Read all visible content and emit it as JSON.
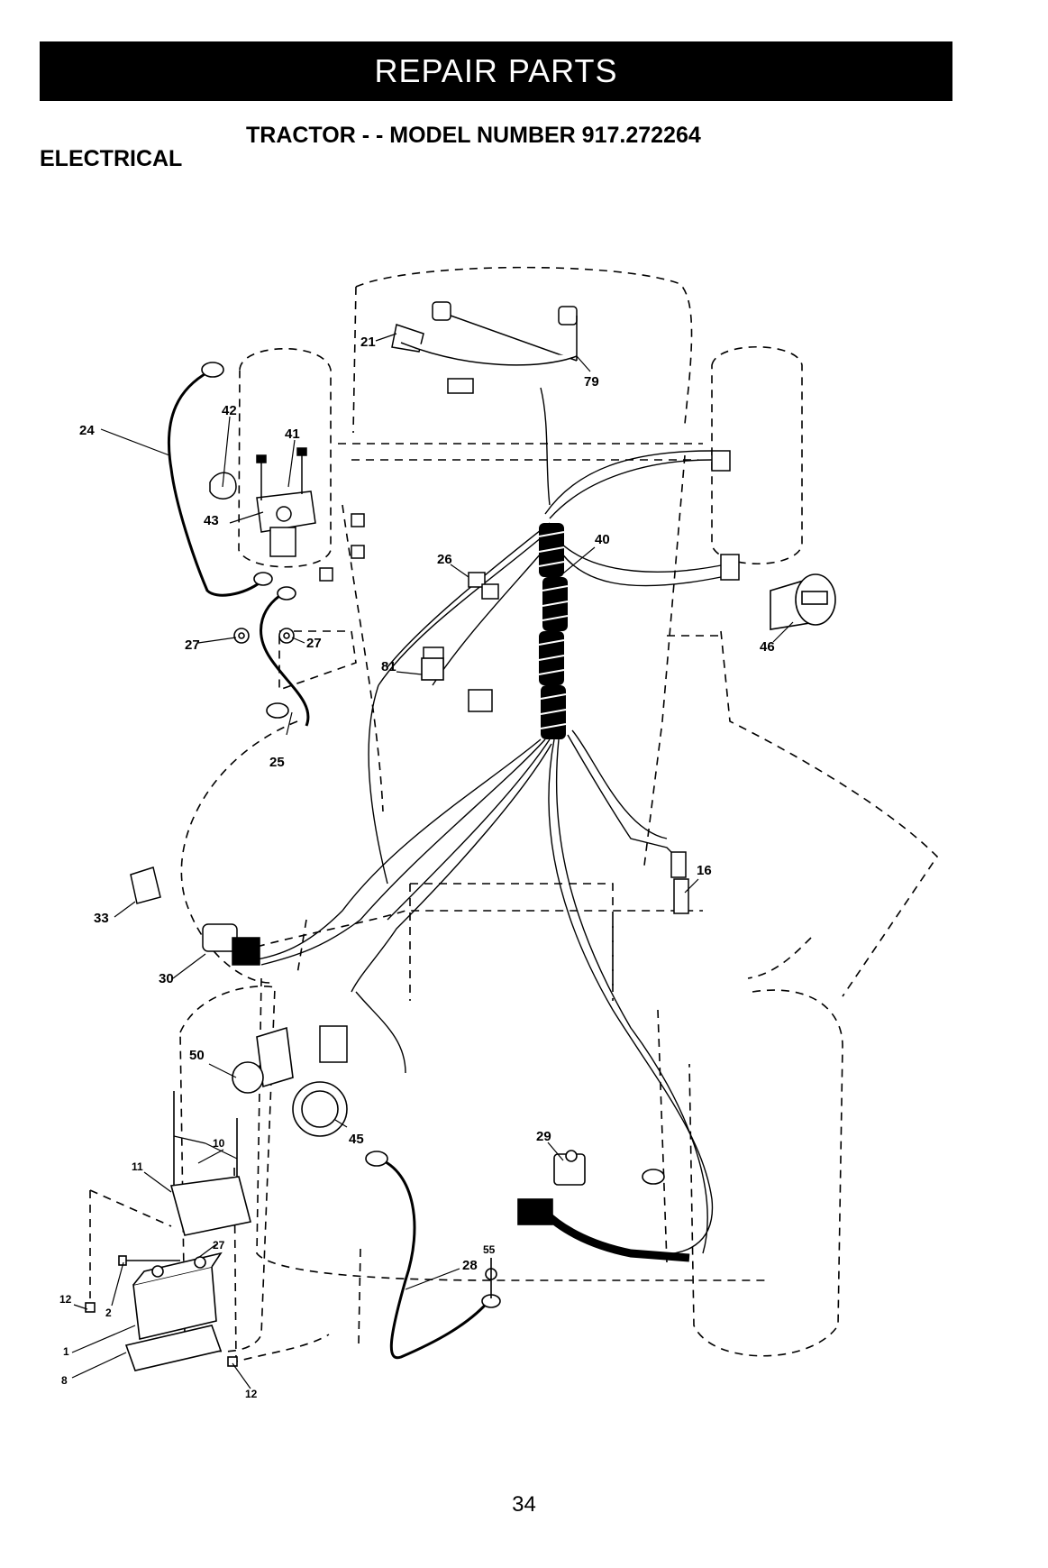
{
  "header": {
    "banner": "REPAIR PARTS",
    "section": "ELECTRICAL",
    "title": "TRACTOR - - MODEL NUMBER 917.272264"
  },
  "callouts": [
    "1",
    "2",
    "8",
    "10",
    "11",
    "12",
    "12",
    "16",
    "21",
    "24",
    "25",
    "26",
    "27",
    "27",
    "27",
    "28",
    "29",
    "30",
    "33",
    "40",
    "41",
    "42",
    "43",
    "45",
    "46",
    "50",
    "55",
    "79",
    "81"
  ],
  "footer": {
    "page_number": "34"
  }
}
